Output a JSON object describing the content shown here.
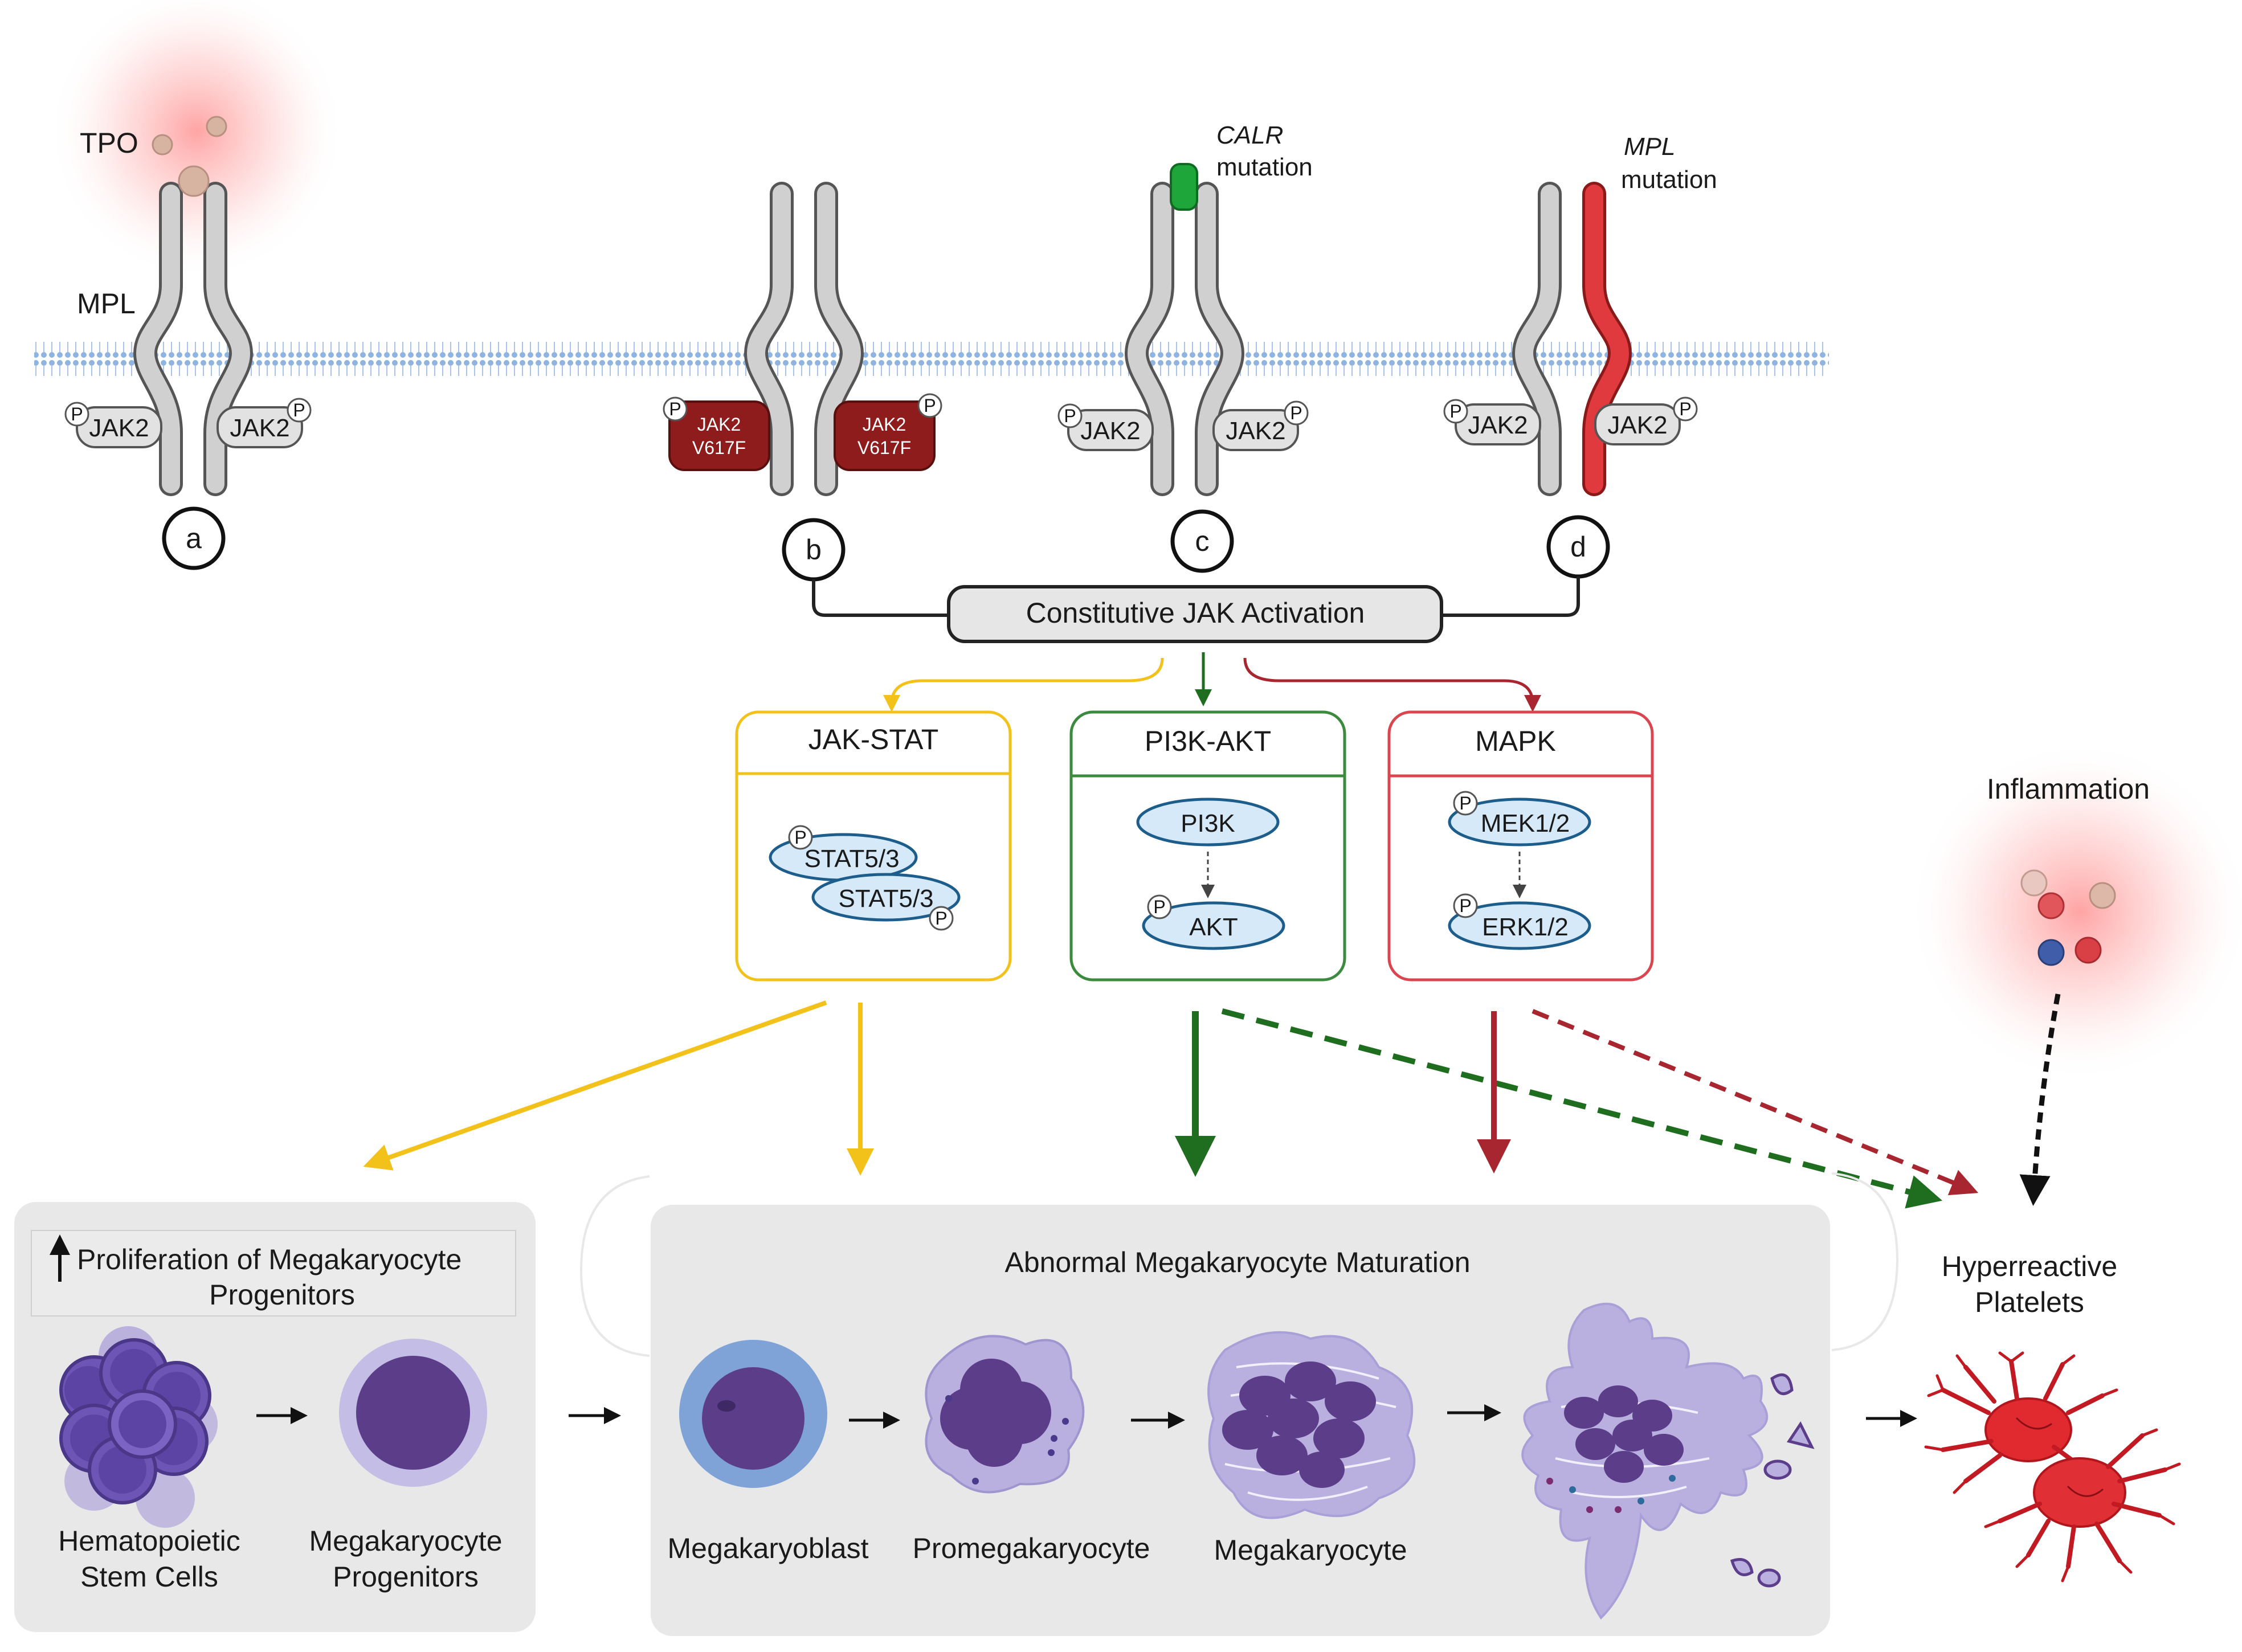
{
  "receptors": {
    "tpo_label": "TPO",
    "mpl_label": "MPL",
    "jak2": "JAK2",
    "jak2_mut_line1": "JAK2",
    "jak2_mut_line2": "V617F",
    "p": "P",
    "calr_line1": "CALR",
    "calr_line2": "mutation",
    "mplmut_line1": "MPL",
    "mplmut_line2": "mutation",
    "letters": [
      "a",
      "b",
      "c",
      "d"
    ]
  },
  "constitutive_label": "Constitutive JAK Activation",
  "pathways": [
    {
      "title": "JAK-STAT",
      "items": [
        "STAT5/3",
        "STAT5/3"
      ],
      "color": "#f2c21b"
    },
    {
      "title": "PI3K-AKT",
      "items": [
        "PI3K",
        "AKT"
      ],
      "color": "#3b8a3e"
    },
    {
      "title": "MAPK",
      "items": [
        "MEK1/2",
        "ERK1/2"
      ],
      "color": "#d9464f"
    }
  ],
  "inflammation_label": "Inflammation",
  "proliferation": {
    "title_line1": "Proliferation of Megakaryocyte",
    "title_line2": "Progenitors",
    "hsc_line1": "Hematopoietic",
    "hsc_line2": "Stem Cells",
    "mkp_line1": "Megakaryocyte",
    "mkp_line2": "Progenitors"
  },
  "maturation": {
    "title": "Abnormal Megakaryocyte Maturation",
    "stages": [
      "Megakaryoblast",
      "Promegakaryocyte",
      "Megakaryocyte"
    ]
  },
  "platelets_line1": "Hyperreactive",
  "platelets_line2": "Platelets",
  "colors": {
    "jak_stat": "#f2c21b",
    "pi3k": "#1f6e1f",
    "mapk": "#a8262f",
    "mutant": "#8e1c1c",
    "membrane": "#7fa7d6",
    "cell_purple": "#5c3d8a",
    "cytoplasm": "#b9b0e0"
  }
}
